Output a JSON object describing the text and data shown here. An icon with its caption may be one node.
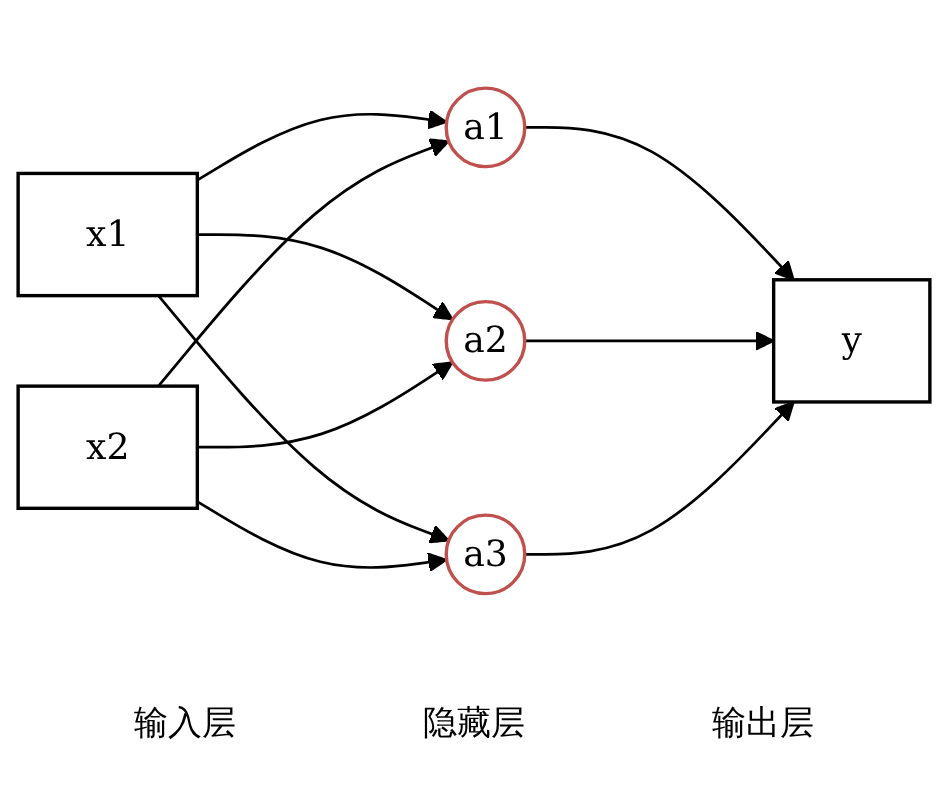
{
  "diagram": {
    "nodes": [
      {
        "text": [
          "x1"
        ]
      },
      {
        "text": [
          "x2"
        ]
      },
      {
        "text": [
          "a1"
        ]
      },
      {
        "text": [
          "a2"
        ]
      },
      {
        "text": [
          "a3"
        ]
      },
      {
        "text": [
          "y"
        ]
      }
    ],
    "edges": [
      {
        "from": 0,
        "to": 2,
        "arrow": "to"
      },
      {
        "from": 0,
        "to": 3,
        "arrow": "to"
      },
      {
        "from": 0,
        "to": 4,
        "arrow": "to"
      },
      {
        "from": 1,
        "to": 2,
        "arrow": "to"
      },
      {
        "from": 1,
        "to": 3,
        "arrow": "to"
      },
      {
        "from": 1,
        "to": 4,
        "arrow": "to"
      },
      {
        "from": 2,
        "to": 5,
        "arrow": "to"
      },
      {
        "from": 3,
        "to": 5,
        "arrow": "to"
      },
      {
        "from": 4,
        "to": 5,
        "arrow": "to"
      }
    ],
    "labels": [
      "输入层",
      "隐藏层",
      "输出层"
    ]
  }
}
